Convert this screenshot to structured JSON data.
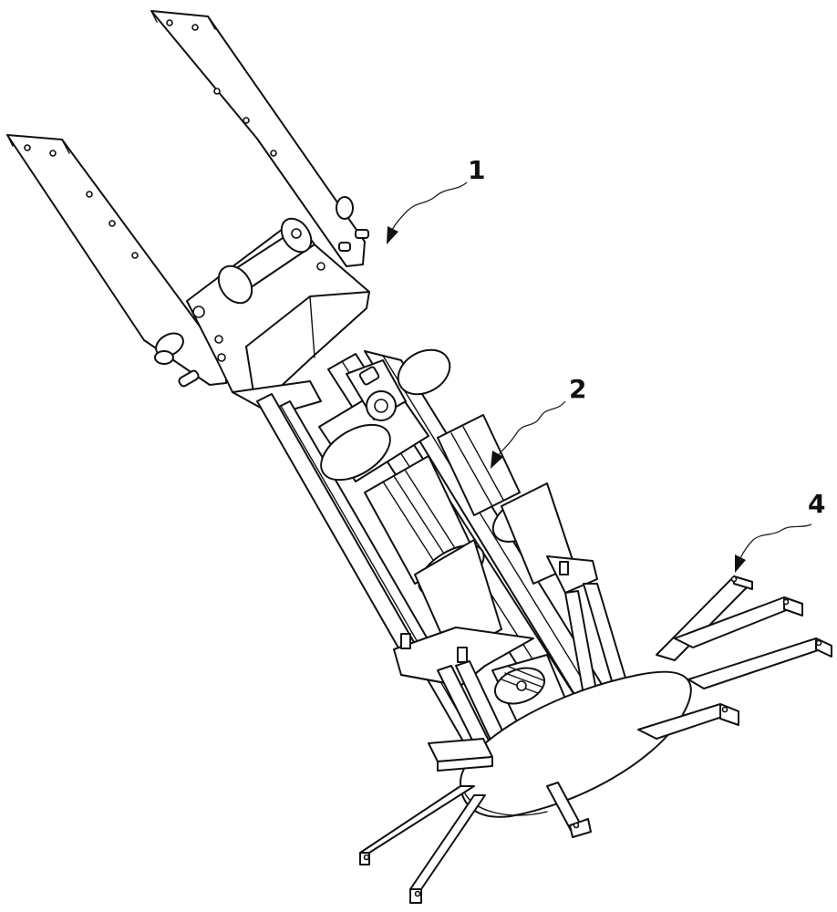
{
  "callouts": [
    {
      "label": "1"
    },
    {
      "label": "2"
    },
    {
      "label": "4"
    }
  ]
}
